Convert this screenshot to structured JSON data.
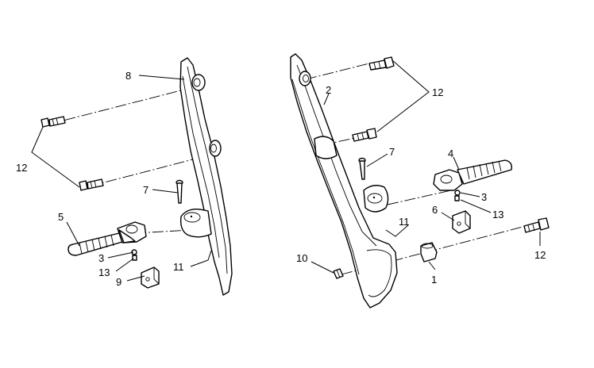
{
  "callouts": {
    "left": {
      "c8": "8",
      "c12": "12",
      "c7": "7",
      "c5": "5",
      "c3": "3",
      "c13": "13",
      "c9": "9",
      "c11": "11"
    },
    "right": {
      "c2": "2",
      "c12a": "12",
      "c7": "7",
      "c4": "4",
      "c3": "3",
      "c6": "6",
      "c13": "13",
      "c11": "11",
      "c10": "10",
      "c1": "1",
      "c12b": "12"
    }
  }
}
